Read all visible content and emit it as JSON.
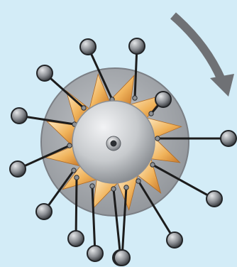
{
  "diagram": {
    "rotation_direction": "clockwise",
    "rod_count": 14,
    "blade_count": 12,
    "colors": {
      "background": "#d3ecf7",
      "housing": "#a3a6aa",
      "housing_edge": "#7b7f85",
      "rotor_light": "#eef0f2",
      "rotor_dark": "#8c9096",
      "blade_light": "#fbe6bf",
      "blade_mid": "#f0b560",
      "blade_dark": "#c77d2e",
      "rod": "#1c1c1c",
      "knob_light": "#d7d9dc",
      "knob_dark": "#3e4146",
      "arrow": "#6f7175"
    }
  }
}
